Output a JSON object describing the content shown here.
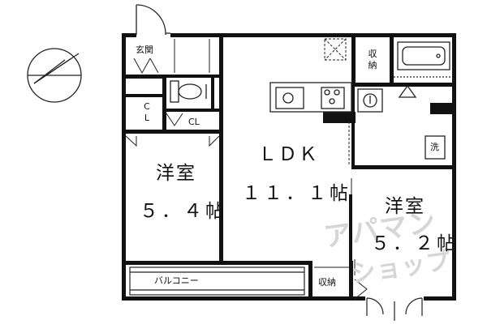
{
  "rooms": {
    "entrance": "玄関",
    "closet_vertical": "CL",
    "closet_small": "CL",
    "ldk_name": "ＬＤＫ",
    "ldk_size": "１１．１帖",
    "western_left_name": "洋室",
    "western_left_size": "５．４帖",
    "western_right_name": "洋室",
    "western_right_size": "５．２帖",
    "storage_top": "収納",
    "storage_bottom": "収納",
    "laundry": "洗",
    "balcony": "バルコニー"
  },
  "watermark": {
    "line1": "アパマン",
    "line2": "ショップ"
  }
}
